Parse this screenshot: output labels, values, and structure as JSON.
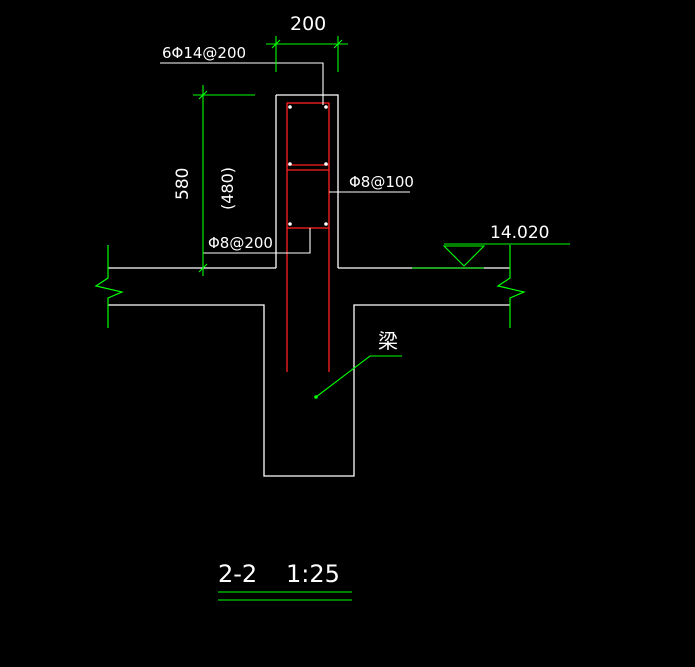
{
  "dims": {
    "width": "200",
    "height_outer": "580",
    "height_inner": "(480)"
  },
  "rebar": {
    "main": "6Φ14@200",
    "stirrup": "Φ8@100",
    "distribution": "Φ8@200"
  },
  "elevation": "14.020",
  "beam_label": "梁",
  "section": {
    "id": "2-2",
    "scale": "1:25"
  },
  "colors": {
    "background": "#000000",
    "outline": "#ffffff",
    "dimension": "#00ff00",
    "rebar": "#ff2020",
    "break_line": "#00ff00"
  }
}
